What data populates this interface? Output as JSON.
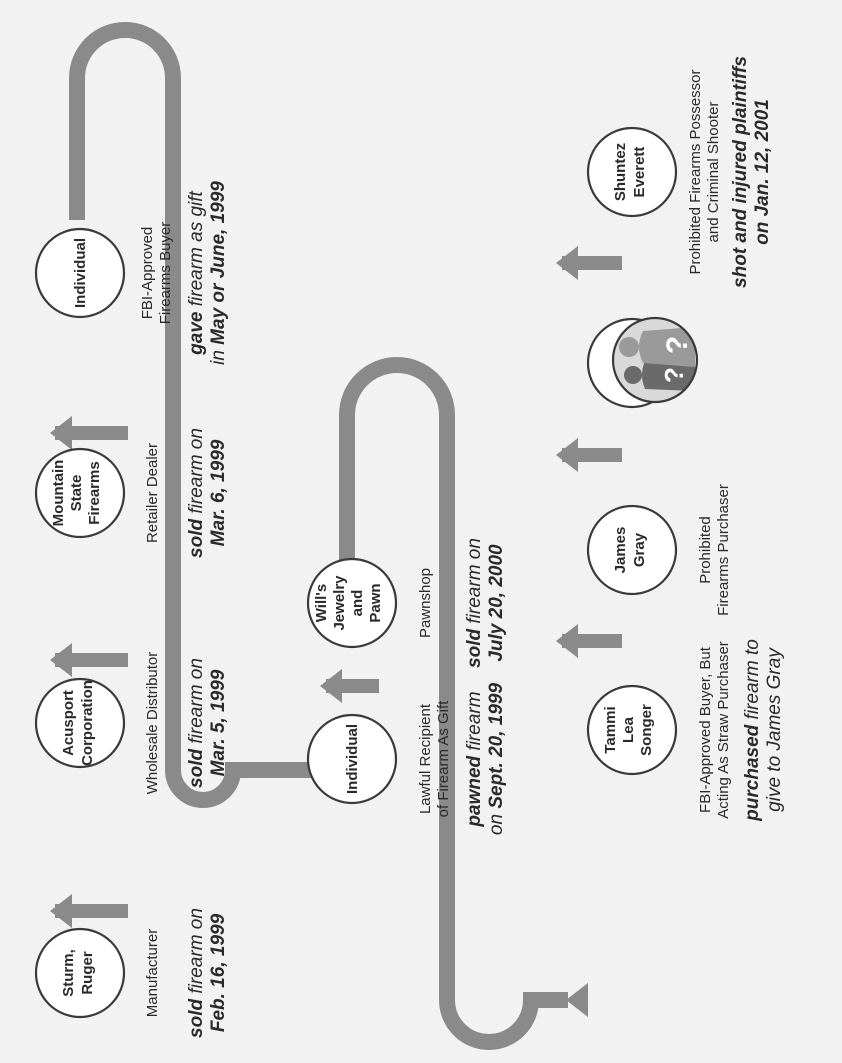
{
  "nodes": {
    "sturm_ruger": {
      "lines": [
        "Sturm,",
        "Ruger"
      ]
    },
    "acusport": {
      "lines": [
        "Acusport",
        "Corporation"
      ]
    },
    "mountain_state": {
      "lines": [
        "Mountain",
        "State",
        "Firearms"
      ]
    },
    "individual_1": {
      "lines": [
        "Individual"
      ]
    },
    "individual_2": {
      "lines": [
        "Individual"
      ]
    },
    "wills": {
      "lines": [
        "Will's",
        "Jewelry",
        "and",
        "Pawn"
      ]
    },
    "tammi": {
      "lines": [
        "Tammi",
        "Lea",
        "Songer"
      ]
    },
    "james": {
      "lines": [
        "James",
        "Gray"
      ]
    },
    "shuntez": {
      "lines": [
        "Shuntez",
        "Everett"
      ]
    }
  },
  "roles": {
    "manufacturer": "Manufacturer",
    "wholesale": "Wholesale Distributor",
    "retailer": "Retailer Dealer",
    "fbi_approved_1": "FBI-Approved",
    "fbi_approved_2": "Firearms Buyer",
    "lawful_1": "Lawful Recipient",
    "lawful_2": "of Firearm As Gift",
    "pawnshop": "Pawnshop",
    "straw_1": "FBI-Approved Buyer, But",
    "straw_2": "Acting As Straw Purchaser",
    "prohibited_1": "Prohibited",
    "prohibited_2": "Firearms Purchaser",
    "shooter_1": "Prohibited Firearms Possessor",
    "shooter_2": "and Criminal Shooter"
  },
  "actions": {
    "a1_verb": "sold",
    "a1_rest": " firearm on",
    "a1_date": "Feb. 16, 1999",
    "a2_verb": "sold",
    "a2_rest": " firearm on",
    "a2_date": "Mar. 5, 1999",
    "a3_verb": "sold",
    "a3_rest": " firearm on",
    "a3_date": "Mar. 6, 1999",
    "a4_verb": "gave",
    "a4_rest": " firearm as gift",
    "a4_pre": "in ",
    "a4_date": "May or June, 1999",
    "a5_verb": "pawned",
    "a5_rest": " firearm",
    "a5_pre": "on ",
    "a5_date": "Sept. 20, 1999",
    "a6_verb": "sold",
    "a6_rest": " firearm on",
    "a6_date": "July 20, 2000",
    "a7_verb": "purchased",
    "a7_rest": " firearm to",
    "a7_line2": "give to James Gray",
    "a8_line1": "shot and injured plaintiffs",
    "a8_line2": "on Jan. 12, 2001"
  },
  "colors": {
    "path": "#8a8a8a",
    "background": "#f2f2f2",
    "text": "#2a2a2a"
  },
  "icons": {
    "unknown_figures": "silhouettes-question-marks-icon"
  }
}
